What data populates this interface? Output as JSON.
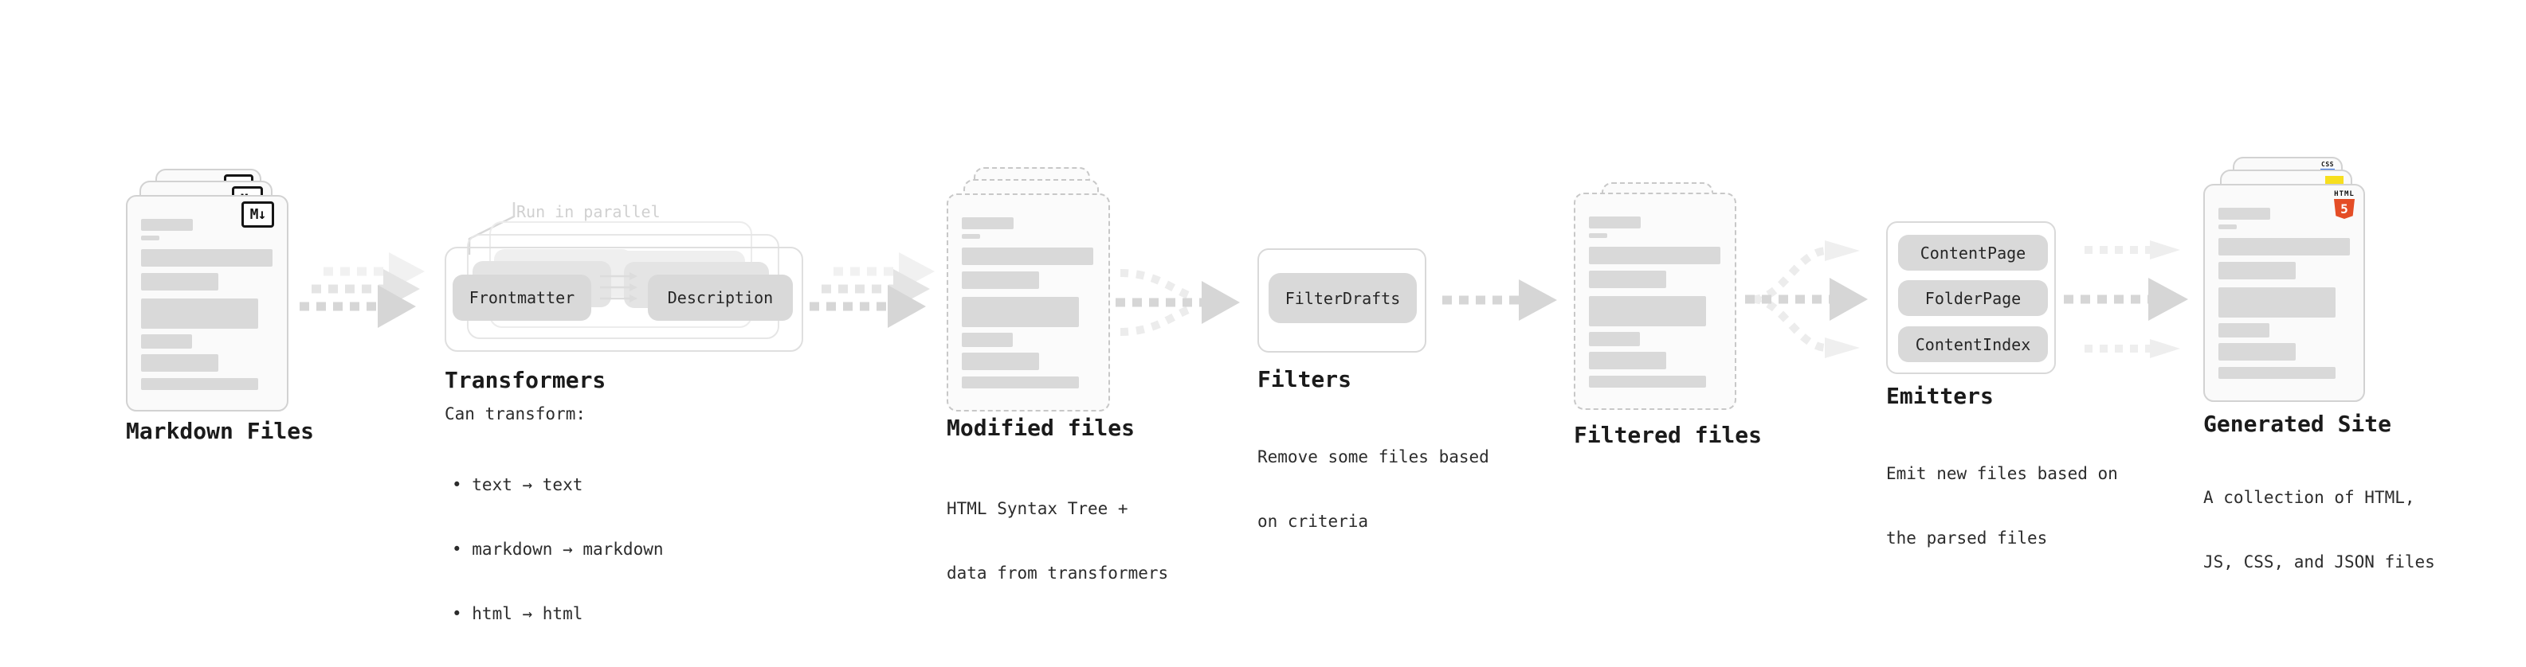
{
  "diagram": {
    "stages": {
      "markdown_files": {
        "title": "Markdown Files",
        "badge": "M↓"
      },
      "transformers": {
        "title": "Transformers",
        "parallel_note": "Run in parallel",
        "pills": [
          "Frontmatter",
          "Description"
        ],
        "description_heading": "Can transform:",
        "bullets": [
          "• text → text",
          "• markdown → markdown",
          "• html → html"
        ]
      },
      "modified_files": {
        "title": "Modified files",
        "subtitle_lines": [
          "HTML Syntax Tree +",
          "data from transformers"
        ]
      },
      "filters": {
        "title": "Filters",
        "pills": [
          "FilterDrafts"
        ],
        "subtitle_lines": [
          "Remove some files based",
          "on criteria"
        ]
      },
      "filtered_files": {
        "title": "Filtered files"
      },
      "emitters": {
        "title": "Emitters",
        "pills": [
          "ContentPage",
          "FolderPage",
          "ContentIndex"
        ],
        "subtitle_lines": [
          "Emit new files based on",
          "the parsed files"
        ]
      },
      "generated_site": {
        "title": "Generated Site",
        "subtitle_lines": [
          "A collection of HTML,",
          "JS, CSS, and JSON files"
        ],
        "badges": {
          "css_label": "CSS",
          "html_label": "HTML",
          "html_number": "5"
        }
      }
    },
    "colors": {
      "html5_orange": "#e44d26",
      "js_yellow": "#f7df1e",
      "css_blue": "#2667e0",
      "card_border": "#d2d2d2",
      "pill_gray": "#d9d9d9",
      "arrow_gray": "#d6d6d6"
    }
  }
}
